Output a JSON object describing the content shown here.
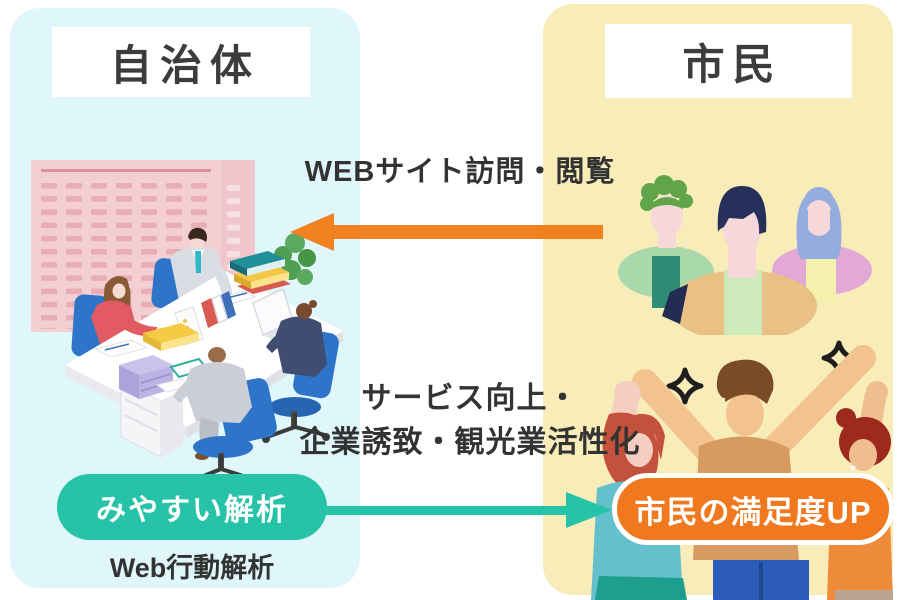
{
  "panels": {
    "government": {
      "title": "自治体",
      "bg": "#DFF6FA"
    },
    "citizens": {
      "title": "市民",
      "bg": "#F8ECB8"
    }
  },
  "flows": {
    "visit": {
      "label": "WEBサイト訪問・閲覧",
      "direction": "right-to-left",
      "color": "#F28121"
    },
    "benefit": {
      "label_line1": "サービス向上・",
      "label_line2": "企業誘致・観光業活性化",
      "direction": "left-to-right",
      "color": "#27C3A8"
    }
  },
  "badges": {
    "analysis_button": "みやすい解析",
    "analysis_caption": "Web行動解析",
    "satisfaction_button": "市民の満足度UP"
  },
  "colors": {
    "left_panel_bg": "#DFF6FA",
    "right_panel_bg": "#F8ECB8",
    "orange": "#F0781E",
    "teal": "#27C3A8",
    "text": "#333333",
    "building_pink": "#F3CED2"
  },
  "illustrations": {
    "left": "government-office-staff",
    "right_top": "citizens-group",
    "right_bottom": "celebrating-citizens"
  }
}
